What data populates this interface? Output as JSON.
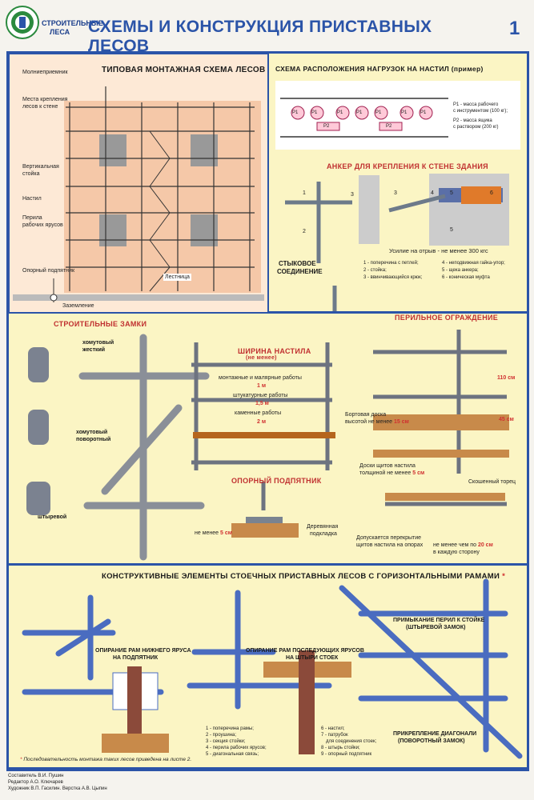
{
  "header": {
    "logo_label": "СТРОИТЕЛЬНЫЕ ЛЕСА",
    "logo_line1": "СТРОИТЕЛЬНЫЕ",
    "logo_line2": "ЛЕСА",
    "title": "СХЕМЫ И КОНСТРУКЦИЯ ПРИСТАВНЫХ ЛЕСОВ",
    "sheet_number": "1"
  },
  "panel_mount": {
    "title": "ТИПОВАЯ МОНТАЖНАЯ СХЕМА ЛЕСОВ",
    "labels": {
      "lightning": "Молниеприемник",
      "anchor_places_1": "Места крепления",
      "anchor_places_2": "лесов к стене",
      "vertical_1": "Вертикальная",
      "vertical_2": "стойка",
      "deck": "Настил",
      "railing_1": "Перила",
      "railing_2": "рабочих ярусов",
      "base": "Опорный подпятник",
      "ladder": "Лестница",
      "grounding": "Заземление"
    }
  },
  "panel_loads": {
    "title": "СХЕМА РАСПОЛОЖЕНИЯ НАГРУЗОК НА НАСТИЛ",
    "title_note": "(пример)",
    "p1_tags": [
      "P1",
      "P1",
      "P1",
      "P1",
      "P1",
      "P1",
      "P1"
    ],
    "p2_tags": [
      "P2",
      "P2"
    ],
    "legend_p1_a": "P1 - масса рабочего",
    "legend_p1_b": "с инструментом (100 кг);",
    "legend_p2_a": "P2 - масса ящика",
    "legend_p2_b": "с раствором (200 кг)"
  },
  "panel_anchor": {
    "title": "АНКЕР ДЛЯ КРЕПЛЕНИЯ К СТЕНЕ ЗДАНИЯ",
    "force": "Усилие на отрыв - не менее 300 кгс",
    "joint_1": "СТЫКОВОЕ",
    "joint_2": "СОЕДИНЕНИЕ",
    "numbers": [
      "1",
      "2",
      "3",
      "3",
      "4",
      "5",
      "6",
      "5"
    ],
    "legend": [
      "1 - поперечина с петлей;",
      "2 - стойка;",
      "3 - ввинчивающийся крюк;",
      "4 - неподвижная гайка-упор;",
      "5 - щека анкера;",
      "6 - коническая муфта"
    ]
  },
  "panel_locks": {
    "title": "СТРОИТЕЛЬНЫЕ ЗАМКИ",
    "lock1_a": "хомутовый",
    "lock1_b": "жесткий",
    "lock2_a": "хомутовый",
    "lock2_b": "поворотный",
    "lock3": "штыревой"
  },
  "panel_width": {
    "title_a": "ШИРИНА НАСТИЛА",
    "title_b": "(не менее)",
    "paint": "монтажные и малярные работы",
    "paint_val": "1 м",
    "plaster": "штукатурные работы",
    "plaster_val": "1,5 м",
    "stone": "каменные работы",
    "stone_val": "2 м"
  },
  "panel_base": {
    "title": "ОПОРНЫЙ ПОДПЯТНИК",
    "min_label": "не менее",
    "min_val": "5 см",
    "pad_a": "Деревянная",
    "pad_b": "подкладка"
  },
  "panel_rail": {
    "title": "ПЕРИЛЬНОЕ ОГРАЖДЕНИЕ",
    "h110": "110 см",
    "h45": "45 см",
    "board_a": "Бортовая доска",
    "board_b": "высотой не менее",
    "board_val": "15 см",
    "deck_a": "Доски щитов настила",
    "deck_b": "толщиной не менее",
    "deck_val": "5 см",
    "bevel": "Скошенный торец",
    "overlap_a": "Допускается перекрытие",
    "overlap_b": "щитов настила на опорах",
    "overlap_c": "не менее чем по",
    "overlap_val": "20 см",
    "overlap_d": "в каждую сторону"
  },
  "panel_frames": {
    "title": "КОНСТРУКТИВНЫЕ ЭЛЕМЕНТЫ СТОЕЧНЫХ ПРИСТАВНЫХ ЛЕСОВ С ГОРИЗОНТАЛЬНЫМИ РАМАМИ",
    "asterisk": "*",
    "lower_a": "ОПИРАНИЕ РАМ НИЖНЕГО ЯРУСА",
    "lower_b": "НА ПОДПЯТНИК",
    "next_a": "ОПИРАНИЕ РАМ ПОСЛЕДУЮЩИХ ЯРУСОВ",
    "next_b": "НА ШТЫРИ СТОЕК",
    "rail_a": "ПРИМЫКАНИЕ ПЕРИЛ К СТОЙКЕ",
    "rail_b": "(ШТЫРЕВОЙ ЗАМОК)",
    "diag_a": "ПРИКРЕПЛЕНИЕ ДИАГОНАЛИ",
    "diag_b": "(ПОВОРОТНЫЙ ЗАМОК)",
    "legend_left": [
      "1 - поперечина рамы;",
      "2 - проушина;",
      "3 - секция стойки;",
      "4 - перила рабочих ярусов;",
      "5 - диагональная связь;"
    ],
    "legend_right": [
      "6 - настил;",
      "7 - патрубок",
      "для соединения стоек;",
      "8 - штырь стойки;",
      "9 - опорный подпятник"
    ],
    "note": "Последовательность монтажа таких лесов приведена на листе 2."
  },
  "footer": {
    "line1": "Составитель В.И. Пушин",
    "line2": "Редактор А.О. Ключарев",
    "line3": "Художник В.П. Гасилин. Верстка А.В. Цыпин"
  }
}
